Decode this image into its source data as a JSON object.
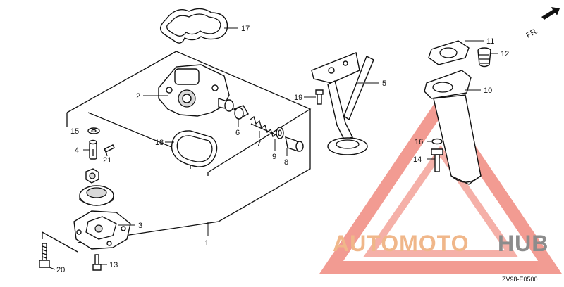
{
  "diagram": {
    "code": "ZV98-E0500",
    "direction_label": "FR.",
    "callouts": [
      "1",
      "2",
      "3",
      "4",
      "5",
      "6",
      "7",
      "8",
      "9",
      "10",
      "11",
      "12",
      "13",
      "14",
      "15",
      "16",
      "17",
      "18",
      "19",
      "20",
      "21"
    ]
  },
  "watermark": {
    "part1": "AUTOMOTO",
    "part2": "HUB",
    "color_primary": "#f0b78a",
    "color_secondary": "#8c8c8c",
    "triangle_color": "#e84b3a"
  }
}
